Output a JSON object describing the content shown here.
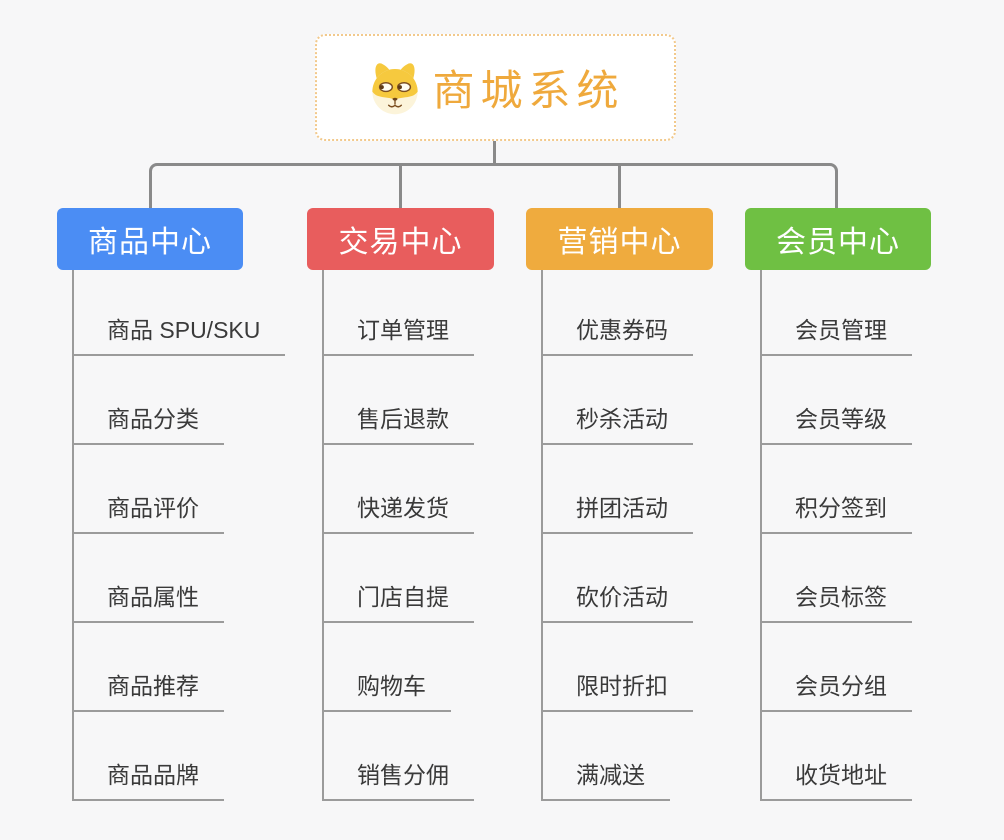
{
  "root": {
    "title": "商城系统",
    "text_color": "#efa93c",
    "border_color": "#f2c98c",
    "icon": "dog-logo-icon"
  },
  "palette": {
    "connector": "#8a8a8a",
    "leaf_line": "#9b9b9b",
    "background": "#f7f7f8"
  },
  "branches": [
    {
      "label": "商品中心",
      "color": "#4b8df4",
      "items": [
        "商品 SPU/SKU",
        "商品分类",
        "商品评价",
        "商品属性",
        "商品推荐",
        "商品品牌"
      ]
    },
    {
      "label": "交易中心",
      "color": "#e85d5d",
      "items": [
        "订单管理",
        "售后退款",
        "快递发货",
        "门店自提",
        "购物车",
        "销售分佣"
      ]
    },
    {
      "label": "营销中心",
      "color": "#efab3e",
      "items": [
        "优惠券码",
        "秒杀活动",
        "拼团活动",
        "砍价活动",
        "限时折扣",
        "满减送"
      ]
    },
    {
      "label": "会员中心",
      "color": "#6fc043",
      "items": [
        "会员管理",
        "会员等级",
        "积分签到",
        "会员标签",
        "会员分组",
        "收货地址"
      ]
    }
  ]
}
